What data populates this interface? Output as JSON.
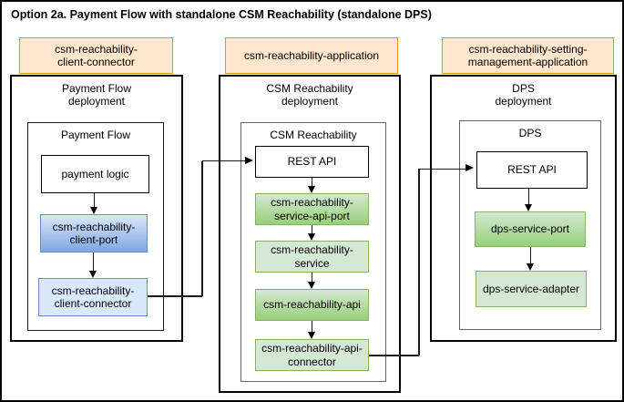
{
  "title": "Option 2a. Payment Flow with standalone CSM Reachability (standalone DPS)",
  "colors": {
    "orange_fill": "#FFE6CC",
    "orange_border": "#D79B00",
    "blue_fill": "#DAE8FC",
    "blue_gradient": "#7EA6E0",
    "blue_border": "#6C8EBF",
    "green_fill": "#D5E8D4",
    "green_gradient": "#97D077",
    "green_border": "#82B366"
  },
  "left": {
    "interface_label": "csm-reachability-\nclient-connector",
    "deployment_label": "Payment Flow\ndeployment",
    "container_label": "Payment Flow",
    "payment_logic": "payment logic",
    "client_port": "csm-reachability-\nclient-port",
    "client_connector": "csm-reachability-\nclient-connector"
  },
  "middle": {
    "interface_label": "csm-reachability-application",
    "deployment_label": "CSM Reachability\ndeployment",
    "container_label": "CSM Reachability",
    "rest_api": "REST API",
    "service_api_port": "csm-reachability-\nservice-api-port",
    "service": "csm-reachability-\nservice",
    "api": "csm-reachability-api",
    "api_connector": "csm-reachability-api-\nconnector"
  },
  "right": {
    "interface_label": "csm-reachability-setting-\nmanagement-application",
    "deployment_label": "DPS\ndeployment",
    "container_label": "DPS",
    "rest_api": "REST API",
    "service_port": "dps-service-port",
    "service_adapter": "dps-service-adapter"
  }
}
